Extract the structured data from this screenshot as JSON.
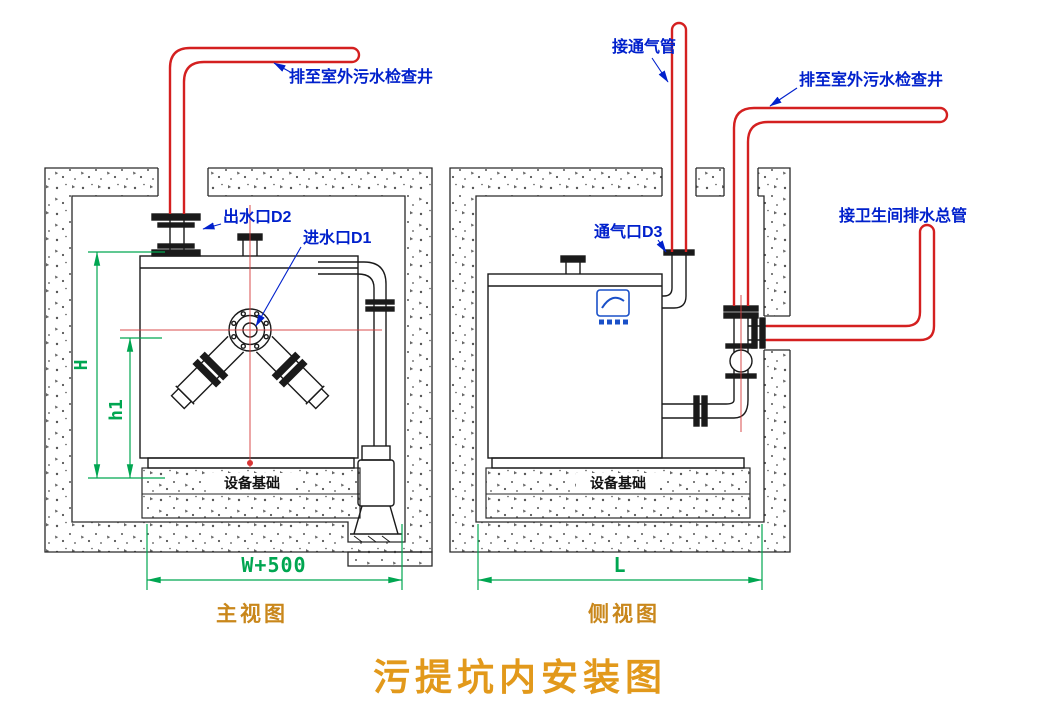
{
  "title": "污提坑内安装图",
  "colors": {
    "pipe_red": "#d42020",
    "label_blue": "#0020cc",
    "dimension_green": "#00a651",
    "caption_orange": "#c9871b",
    "title_orange": "#e2991b",
    "line_black": "#1a1a1a"
  },
  "front_view": {
    "caption": "主视图",
    "foundation_label": "设备基础",
    "callouts": {
      "discharge": "排至室外污水检查井",
      "outlet": "出水口D2",
      "inlet": "进水口D1"
    },
    "dimensions": {
      "height": "H",
      "inlet_height": "h1",
      "width": "W+500"
    }
  },
  "side_view": {
    "caption": "侧视图",
    "foundation_label": "设备基础",
    "callouts": {
      "vent_pipe": "接通气管",
      "discharge": "排至室外污水检查井",
      "vent_port": "通气口D3",
      "toilet_main": "接卫生间排水总管"
    },
    "dimensions": {
      "length": "L"
    }
  }
}
